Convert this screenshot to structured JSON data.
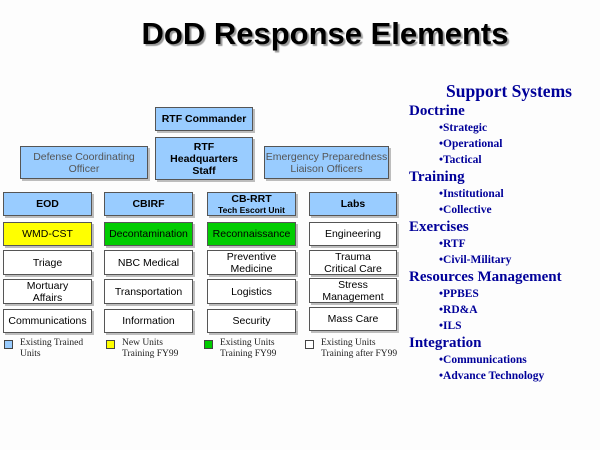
{
  "title": "DoD Response Elements",
  "org_chart": {
    "commander": "RTF Commander",
    "hq_staff": [
      "RTF",
      "Headquarters",
      "Staff"
    ],
    "left_liaison": [
      "Defense Coordinating",
      "Officer"
    ],
    "right_liaison": [
      "Emergency Preparedness",
      "Liaison Officers"
    ],
    "units": [
      {
        "line1": "EOD",
        "line2": ""
      },
      {
        "line1": "CBIRF",
        "line2": ""
      },
      {
        "line1": "CB-RRT",
        "line2": "Tech Escort Unit"
      },
      {
        "line1": "Labs",
        "line2": ""
      }
    ],
    "grid": [
      [
        {
          "label": "WMD-CST",
          "status": "new-fy99"
        },
        {
          "label": "Decontamination",
          "status": "existing-fy99"
        },
        {
          "label": "Reconnaissance",
          "status": "existing-fy99"
        },
        {
          "label": "Engineering",
          "status": "after-fy99"
        }
      ],
      [
        {
          "label": "Triage",
          "status": "after-fy99"
        },
        {
          "label": "NBC Medical",
          "status": "after-fy99"
        },
        {
          "label": "Preventive Medicine",
          "l1": "Preventive",
          "l2": "Medicine",
          "status": "after-fy99"
        },
        {
          "label": "Trauma Critical Care",
          "l1": "Trauma",
          "l2": "Critical Care",
          "status": "after-fy99"
        }
      ],
      [
        {
          "label": "Mortuary Affairs",
          "l1": "Mortuary",
          "l2": "Affairs",
          "status": "after-fy99"
        },
        {
          "label": "Transportation",
          "status": "after-fy99"
        },
        {
          "label": "Logistics",
          "status": "after-fy99"
        },
        {
          "label": "Stress Management",
          "l1": "Stress",
          "l2": "Management",
          "status": "after-fy99"
        }
      ],
      [
        {
          "label": "Communications",
          "status": "after-fy99"
        },
        {
          "label": "Information",
          "status": "after-fy99"
        },
        {
          "label": "Security",
          "status": "after-fy99"
        },
        {
          "label": "Mass Care",
          "status": "after-fy99"
        }
      ]
    ]
  },
  "legend": [
    {
      "l1": "Existing Trained",
      "l2": "Units",
      "color": "#99ccff"
    },
    {
      "l1": "New Units",
      "l2": "Training FY99",
      "color": "#ffff00"
    },
    {
      "l1": "Existing Units",
      "l2": "Training FY99",
      "color": "#00cc00"
    },
    {
      "l1": "Existing Units",
      "l2": "Training after FY99",
      "color": "#ffffff"
    }
  ],
  "support_systems": {
    "heading": "Support Systems",
    "categories": [
      {
        "name": "Doctrine",
        "items": [
          "•Strategic",
          "•Operational",
          "•Tactical"
        ]
      },
      {
        "name": "Training",
        "items": [
          "•Institutional",
          "•Collective"
        ]
      },
      {
        "name": "Exercises",
        "items": [
          "•RTF",
          "•Civil-Military"
        ]
      },
      {
        "name": "Resources Management",
        "items": [
          "•PPBES",
          "•RD&A",
          "•ILS"
        ]
      },
      {
        "name": "Integration",
        "items": [
          "•Communications",
          "•Advance Technology"
        ]
      }
    ]
  },
  "colors": {
    "existing_trained": "#99ccff",
    "new_fy99": "#ffff00",
    "existing_fy99": "#00cc00",
    "after_fy99": "#ffffff",
    "support_text": "#000099"
  }
}
